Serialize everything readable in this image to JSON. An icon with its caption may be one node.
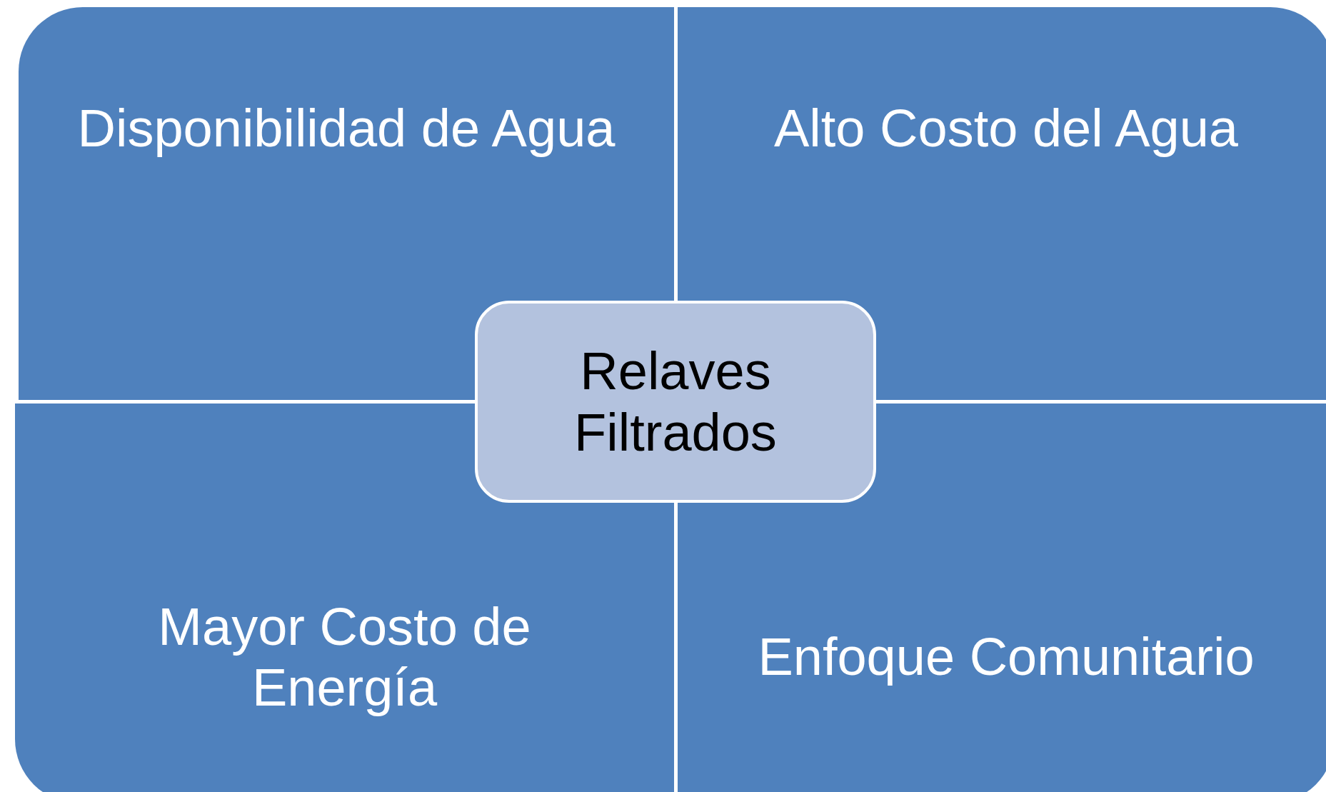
{
  "diagram": {
    "nodes": [
      {
        "text": [
          "Disponibilidad de Agua"
        ]
      },
      {
        "text": [
          "Alto Costo del Agua"
        ]
      },
      {
        "text": [
          "Mayor Costo de Energía"
        ]
      },
      {
        "text": [
          "Enfoque Comunitario"
        ]
      },
      {
        "text": [
          "Relaves Filtrados"
        ]
      }
    ]
  }
}
